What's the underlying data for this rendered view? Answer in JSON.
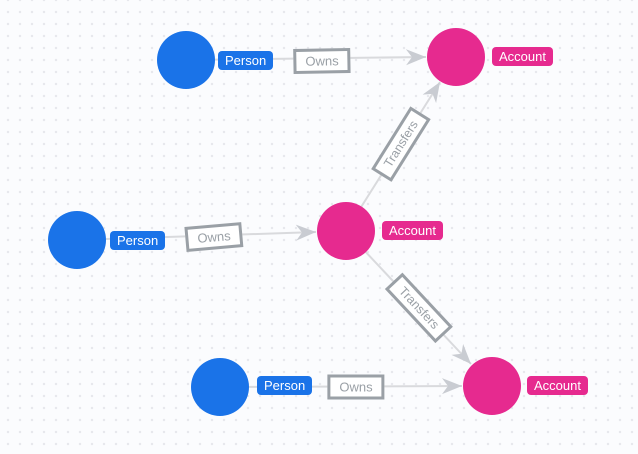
{
  "canvas": {
    "background_color": "#fbfcfe",
    "dot_grid_color": "#e6e7ec"
  },
  "colors": {
    "person_node": "#1a73e8",
    "account_node": "#e62a8f",
    "node_label_text": "#ffffff",
    "edge_line": "#d9dadd",
    "arrowhead": "#c9ccd2",
    "edge_label_border": "#9aa0a6",
    "edge_label_text": "#9aa0a6"
  },
  "graph": {
    "nodes": [
      {
        "id": "person-top",
        "type": "Person",
        "label": "Person"
      },
      {
        "id": "account-top",
        "type": "Account",
        "label": "Account"
      },
      {
        "id": "person-mid",
        "type": "Person",
        "label": "Person"
      },
      {
        "id": "account-mid",
        "type": "Account",
        "label": "Account"
      },
      {
        "id": "person-bottom",
        "type": "Person",
        "label": "Person"
      },
      {
        "id": "account-bottom",
        "type": "Account",
        "label": "Account"
      }
    ],
    "edges": [
      {
        "id": "owns-top",
        "from": "person-top",
        "to": "account-top",
        "label": "Owns"
      },
      {
        "id": "owns-mid",
        "from": "person-mid",
        "to": "account-mid",
        "label": "Owns"
      },
      {
        "id": "transfers-up",
        "from": "account-mid",
        "to": "account-top",
        "label": "Transfers"
      },
      {
        "id": "transfers-down",
        "from": "account-mid",
        "to": "account-bottom",
        "label": "Transfers"
      },
      {
        "id": "owns-bottom",
        "from": "person-bottom",
        "to": "account-bottom",
        "label": "Owns"
      }
    ]
  }
}
